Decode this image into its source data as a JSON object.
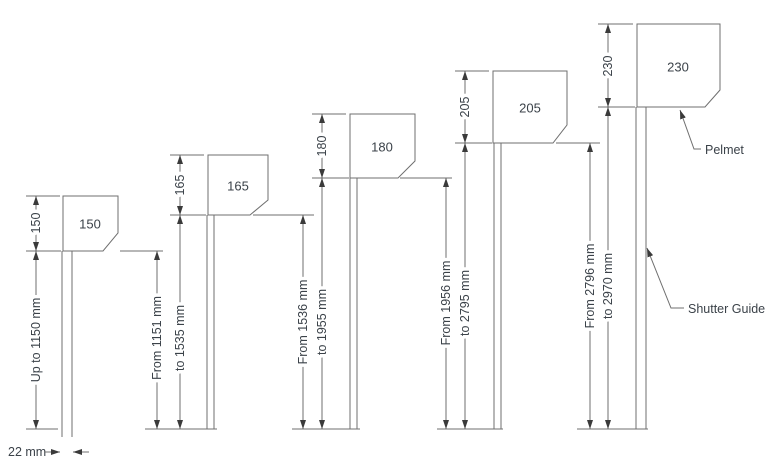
{
  "colors": {
    "line": "#6f6f6f",
    "text": "#3b4249",
    "arrow": "#3a3a3a",
    "background": "#ffffff"
  },
  "annotations": {
    "guide_width": "22 mm",
    "pelmet_label": "Pelmet",
    "shutter_guide_label": "Shutter Guide"
  },
  "figures": [
    {
      "pelmet_size": "150",
      "height_range": "Up to 1150 mm"
    },
    {
      "pelmet_size": "165",
      "height_from": "From 1151 mm",
      "height_to": "to 1535 mm"
    },
    {
      "pelmet_size": "180",
      "height_from": "From 1536 mm",
      "height_to": "to 1955 mm"
    },
    {
      "pelmet_size": "205",
      "height_from": "From 1956 mm",
      "height_to": "to 2795 mm"
    },
    {
      "pelmet_size": "230",
      "height_from": "From 2796 mm",
      "height_to": "to 2970 mm"
    }
  ]
}
